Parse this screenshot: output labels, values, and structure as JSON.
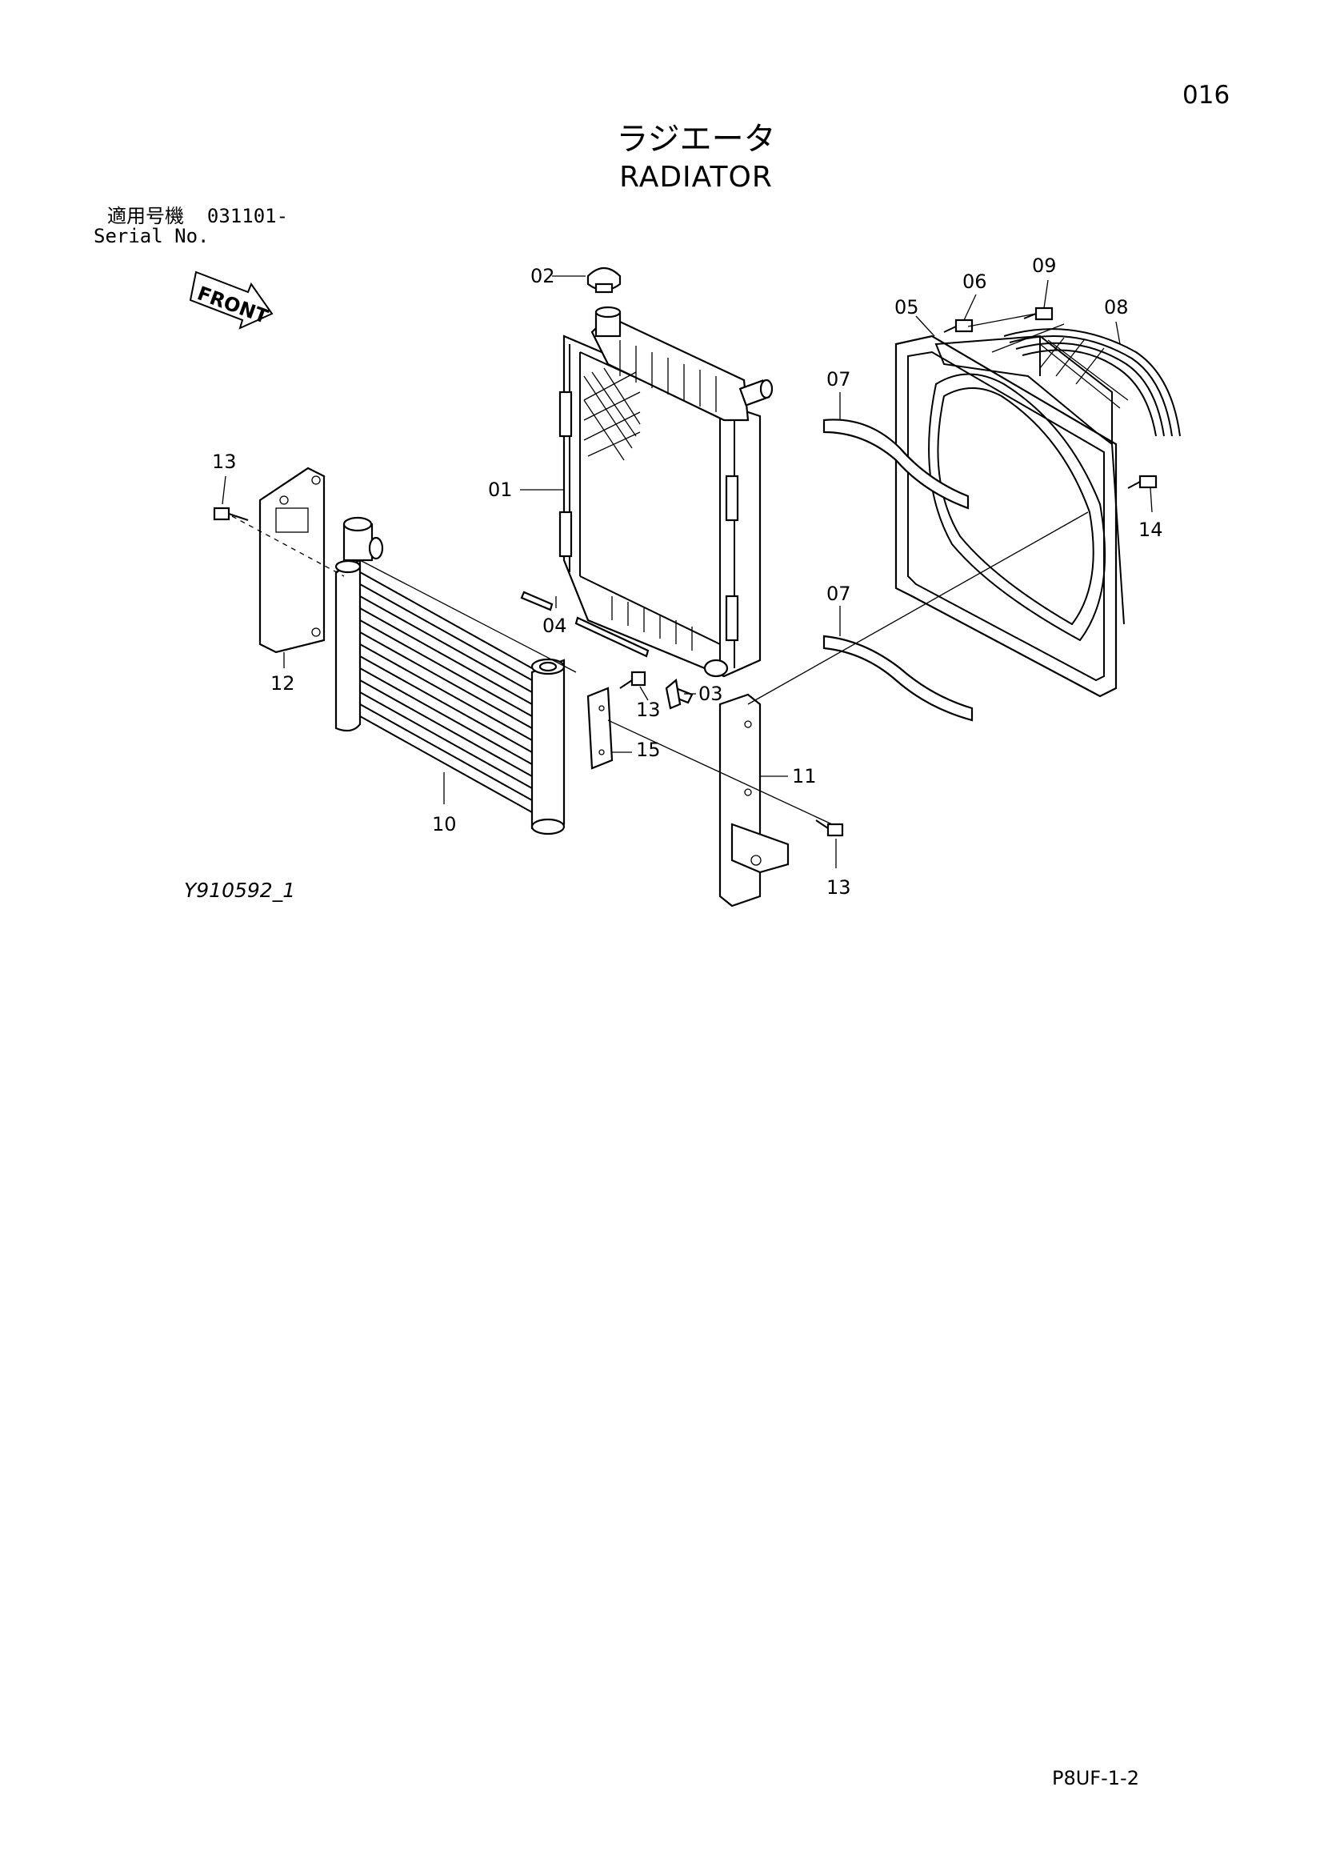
{
  "header": {
    "page_number": "016",
    "title_jp": "ラジエータ",
    "title_en": "RADIATOR",
    "serial_label_jp": "適用号機",
    "serial_range": "031101-",
    "serial_label_en": "Serial No."
  },
  "diagram": {
    "front_label": "FRONT",
    "callouts": {
      "c01": "01",
      "c02": "02",
      "c03": "03",
      "c04": "04",
      "c05": "05",
      "c06": "06",
      "c07a": "07",
      "c07b": "07",
      "c08": "08",
      "c09": "09",
      "c10": "10",
      "c11": "11",
      "c12": "12",
      "c13a": "13",
      "c13b": "13",
      "c13c": "13",
      "c14": "14",
      "c15": "15"
    },
    "drawing_code": "Y910592_1"
  },
  "footer": {
    "code": "P8UF-1-2"
  }
}
